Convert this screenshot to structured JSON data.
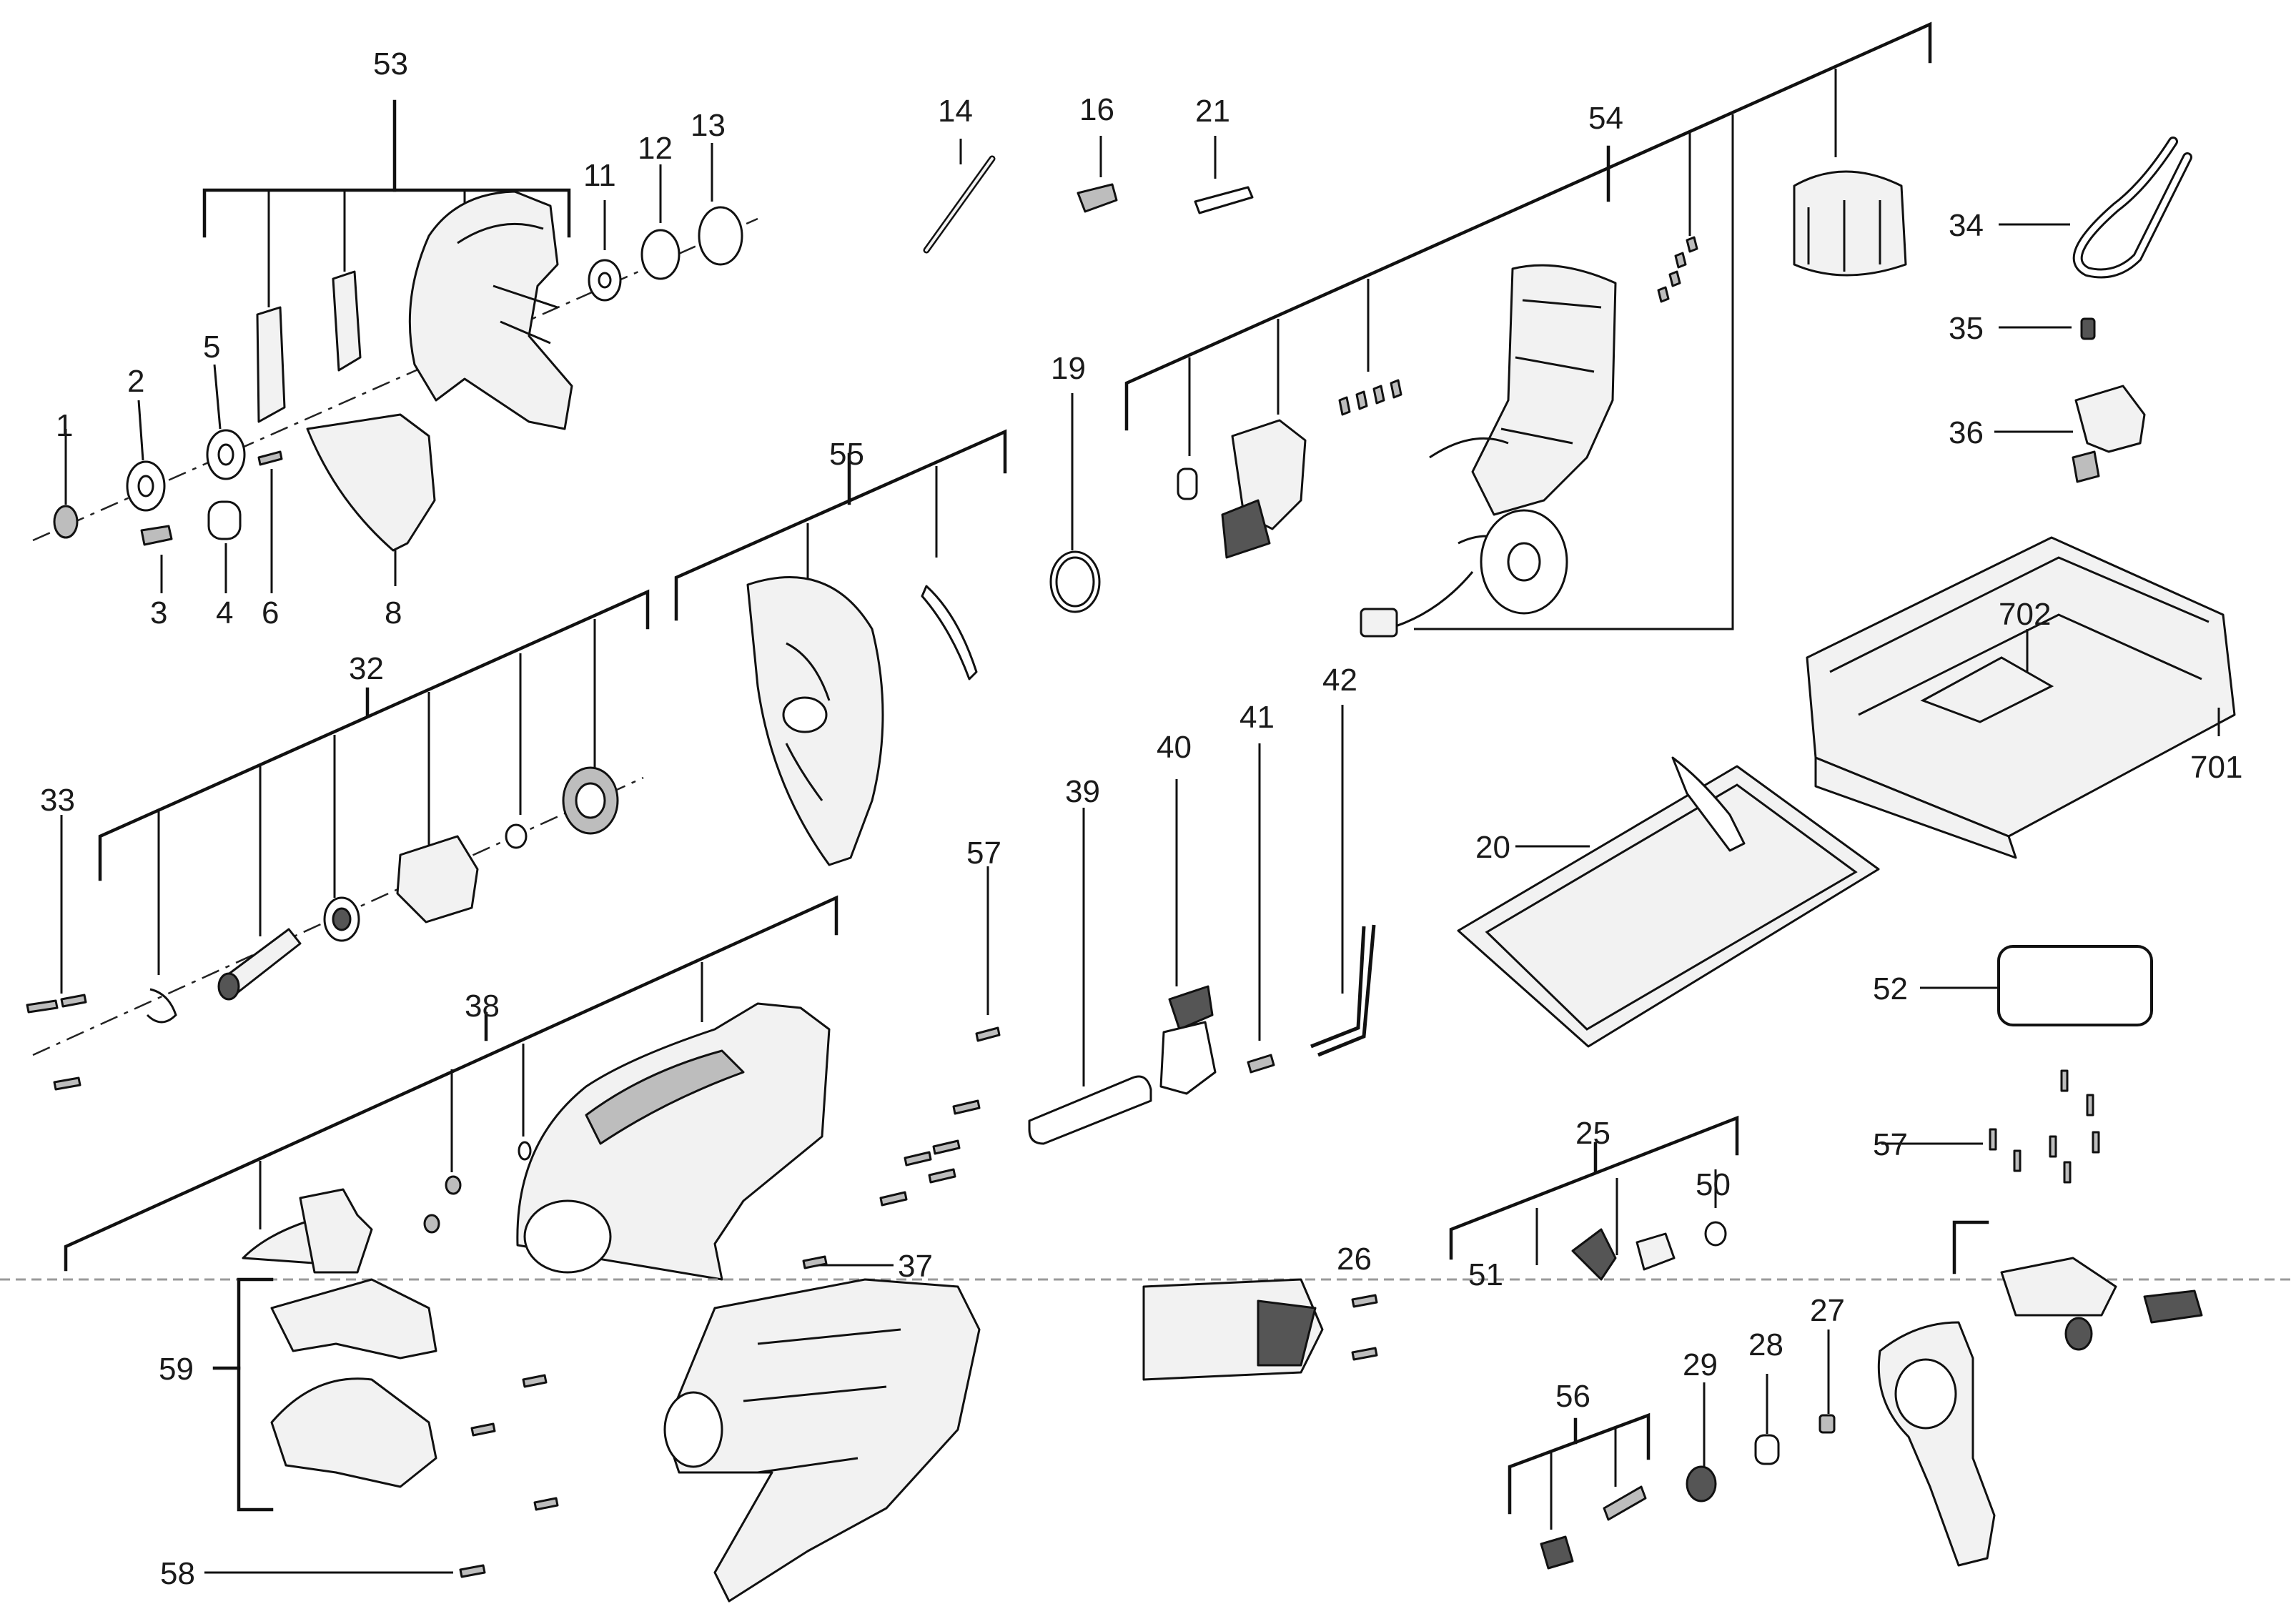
{
  "callouts": {
    "c1": "1",
    "c2": "2",
    "c3": "3",
    "c4": "4",
    "c5": "5",
    "c6": "6",
    "c8": "8",
    "c11": "11",
    "c12": "12",
    "c13": "13",
    "c14": "14",
    "c16": "16",
    "c19": "19",
    "c20": "20",
    "c21": "21",
    "c25": "25",
    "c26": "26",
    "c27": "27",
    "c28": "28",
    "c29": "29",
    "c32": "32",
    "c33": "33",
    "c34": "34",
    "c35": "35",
    "c36": "36",
    "c37": "37",
    "c38": "38",
    "c39": "39",
    "c40": "40",
    "c41": "41",
    "c42": "42",
    "c50": "50",
    "c51": "51",
    "c52": "52",
    "c53": "53",
    "c54": "54",
    "c55": "55",
    "c56": "56",
    "c57a": "57",
    "c57b": "57",
    "c58": "58",
    "c59": "59",
    "c701": "701",
    "c702": "702"
  },
  "colors": {
    "line": "#111111",
    "part_fill": "#f2f2f2",
    "part_dark": "#555555",
    "background": "#ffffff"
  }
}
